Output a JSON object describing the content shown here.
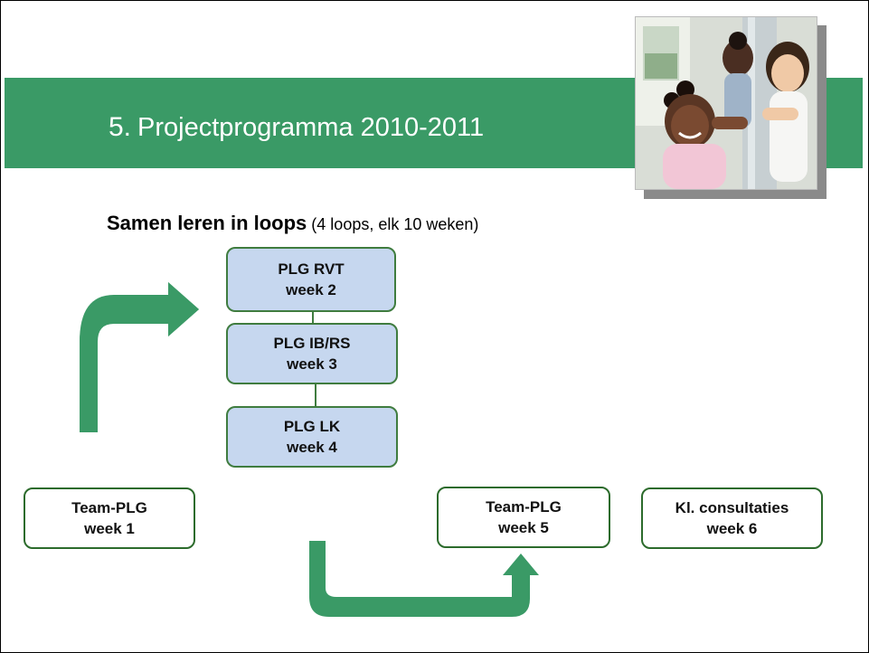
{
  "title": {
    "number": "5.",
    "text": "Projectprogramma 2010-2011"
  },
  "subtitle": {
    "bold": "Samen leren in loops",
    "note": "(4 loops, elk 10 weken)"
  },
  "stack": [
    {
      "line1": "PLG RVT",
      "line2": "week 2"
    },
    {
      "line1": "PLG  IB/RS",
      "line2": "week 3"
    },
    {
      "line1": "PLG LK",
      "line2": "week 4"
    }
  ],
  "bottom_boxes": [
    {
      "line1": "Team-PLG",
      "line2": "week 1"
    },
    {
      "line1": "Team-PLG",
      "line2": "week 5"
    },
    {
      "line1": "Kl. consultaties",
      "line2": "week 6"
    }
  ],
  "colors": {
    "green_band": "#3a9a66",
    "arrow_green": "#3a9a66",
    "box_blue": "#c6d7ef",
    "box_border": "#2c6b2c"
  },
  "icons": {
    "photo": "children-playing-photo"
  }
}
